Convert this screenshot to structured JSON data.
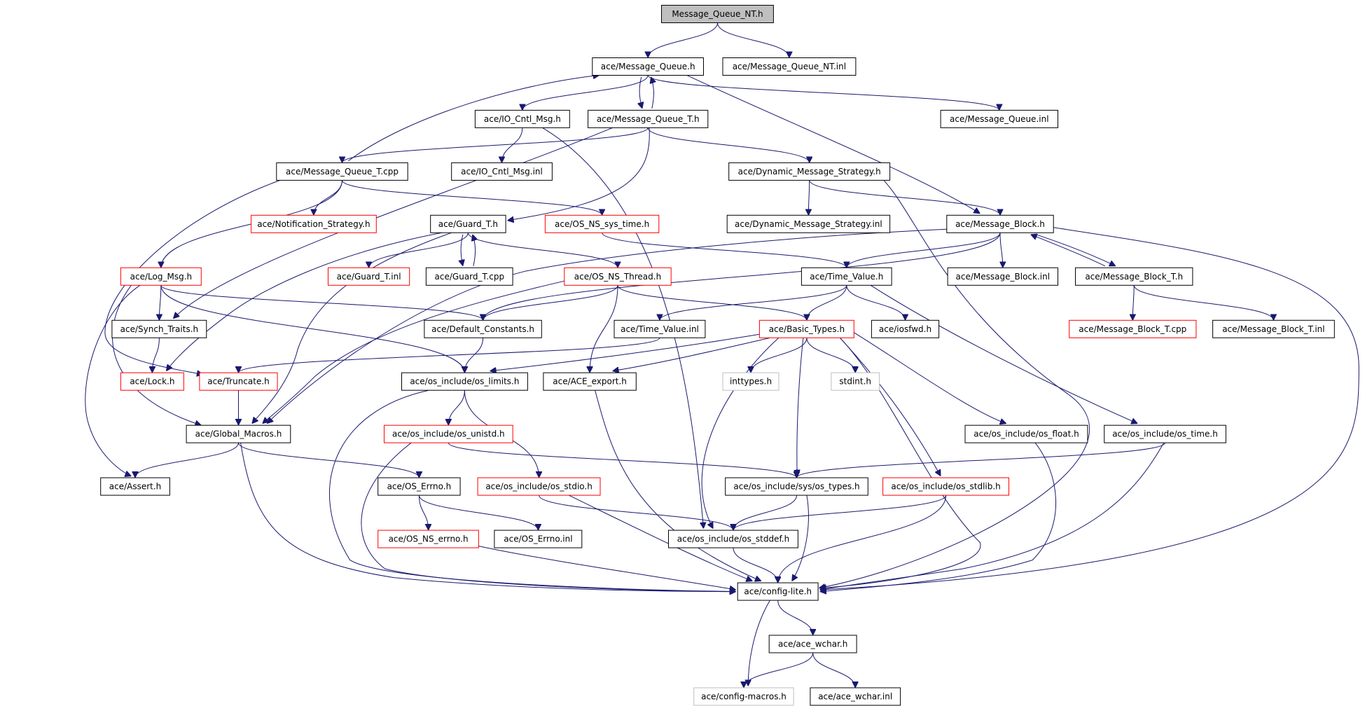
{
  "diagram": {
    "nodes": [
      {
        "id": "root",
        "label": "Message_Queue_NT.h",
        "style": "root"
      },
      {
        "id": "mq",
        "label": "ace/Message_Queue.h",
        "style": "black"
      },
      {
        "id": "mqntinl",
        "label": "ace/Message_Queue_NT.inl",
        "style": "black"
      },
      {
        "id": "iocntl",
        "label": "ace/IO_Cntl_Msg.h",
        "style": "black"
      },
      {
        "id": "mqt",
        "label": "ace/Message_Queue_T.h",
        "style": "black"
      },
      {
        "id": "mqinl",
        "label": "ace/Message_Queue.inl",
        "style": "black"
      },
      {
        "id": "mqtcpp",
        "label": "ace/Message_Queue_T.cpp",
        "style": "black"
      },
      {
        "id": "iocntlinl",
        "label": "ace/IO_Cntl_Msg.inl",
        "style": "black"
      },
      {
        "id": "dms",
        "label": "ace/Dynamic_Message_Strategy.h",
        "style": "black"
      },
      {
        "id": "notif",
        "label": "ace/Notification_Strategy.h",
        "style": "red"
      },
      {
        "id": "guardt",
        "label": "ace/Guard_T.h",
        "style": "black"
      },
      {
        "id": "ostime",
        "label": "ace/OS_NS_sys_time.h",
        "style": "red"
      },
      {
        "id": "dmsinl",
        "label": "ace/Dynamic_Message_Strategy.inl",
        "style": "black"
      },
      {
        "id": "mb",
        "label": "ace/Message_Block.h",
        "style": "black"
      },
      {
        "id": "logmsg",
        "label": "ace/Log_Msg.h",
        "style": "red"
      },
      {
        "id": "guardinl",
        "label": "ace/Guard_T.inl",
        "style": "red"
      },
      {
        "id": "guardcpp",
        "label": "ace/Guard_T.cpp",
        "style": "black"
      },
      {
        "id": "osthread",
        "label": "ace/OS_NS_Thread.h",
        "style": "red"
      },
      {
        "id": "timevalue",
        "label": "ace/Time_Value.h",
        "style": "black"
      },
      {
        "id": "mbinl",
        "label": "ace/Message_Block.inl",
        "style": "black"
      },
      {
        "id": "mbt",
        "label": "ace/Message_Block_T.h",
        "style": "black"
      },
      {
        "id": "synch",
        "label": "ace/Synch_Traits.h",
        "style": "black"
      },
      {
        "id": "defconst",
        "label": "ace/Default_Constants.h",
        "style": "black"
      },
      {
        "id": "tvinl",
        "label": "ace/Time_Value.inl",
        "style": "black"
      },
      {
        "id": "basic",
        "label": "ace/Basic_Types.h",
        "style": "red"
      },
      {
        "id": "iosfwd",
        "label": "ace/iosfwd.h",
        "style": "black"
      },
      {
        "id": "mbtcpp",
        "label": "ace/Message_Block_T.cpp",
        "style": "red"
      },
      {
        "id": "mbtinl",
        "label": "ace/Message_Block_T.inl",
        "style": "black"
      },
      {
        "id": "lock",
        "label": "ace/Lock.h",
        "style": "red"
      },
      {
        "id": "truncate",
        "label": "ace/Truncate.h",
        "style": "red"
      },
      {
        "id": "oslimits",
        "label": "ace/os_include/os_limits.h",
        "style": "black"
      },
      {
        "id": "aceexport",
        "label": "ace/ACE_export.h",
        "style": "black"
      },
      {
        "id": "inttypes",
        "label": "inttypes.h",
        "style": "gray"
      },
      {
        "id": "stdint",
        "label": "stdint.h",
        "style": "gray"
      },
      {
        "id": "globalmacros",
        "label": "ace/Global_Macros.h",
        "style": "black"
      },
      {
        "id": "osunistd",
        "label": "ace/os_include/os_unistd.h",
        "style": "red"
      },
      {
        "id": "osfloat",
        "label": "ace/os_include/os_float.h",
        "style": "black"
      },
      {
        "id": "ostimeh",
        "label": "ace/os_include/os_time.h",
        "style": "black"
      },
      {
        "id": "assert",
        "label": "ace/Assert.h",
        "style": "black"
      },
      {
        "id": "oserrno",
        "label": "ace/OS_Errno.h",
        "style": "black"
      },
      {
        "id": "osstdio",
        "label": "ace/os_include/os_stdio.h",
        "style": "red"
      },
      {
        "id": "ostypes",
        "label": "ace/os_include/sys/os_types.h",
        "style": "black"
      },
      {
        "id": "osstdlib",
        "label": "ace/os_include/os_stdlib.h",
        "style": "red"
      },
      {
        "id": "osnserrno",
        "label": "ace/OS_NS_errno.h",
        "style": "red"
      },
      {
        "id": "oserrnoinl",
        "label": "ace/OS_Errno.inl",
        "style": "black"
      },
      {
        "id": "osstddef",
        "label": "ace/os_include/os_stddef.h",
        "style": "black"
      },
      {
        "id": "configlite",
        "label": "ace/config-lite.h",
        "style": "black"
      },
      {
        "id": "acewchar",
        "label": "ace/ace_wchar.h",
        "style": "black"
      },
      {
        "id": "configmacros",
        "label": "ace/config-macros.h",
        "style": "gray"
      },
      {
        "id": "acewcharinl",
        "label": "ace/ace_wchar.inl",
        "style": "black"
      }
    ],
    "edges": [
      [
        "root",
        "mq"
      ],
      [
        "root",
        "mqntinl"
      ],
      [
        "mq",
        "iocntl"
      ],
      [
        "mq",
        "mqt"
      ],
      [
        "mq",
        "mqinl"
      ],
      [
        "mq",
        "mb"
      ],
      [
        "mqt",
        "mq"
      ],
      [
        "mqt",
        "mqtcpp"
      ],
      [
        "mqt",
        "dms"
      ],
      [
        "mqt",
        "guardt"
      ],
      [
        "mqt",
        "synch"
      ],
      [
        "mqtcpp",
        "mq"
      ],
      [
        "mqtcpp",
        "notif"
      ],
      [
        "mqtcpp",
        "logmsg"
      ],
      [
        "mqtcpp",
        "ostime"
      ],
      [
        "mqtcpp",
        "truncate"
      ],
      [
        "iocntl",
        "iocntlinl"
      ],
      [
        "iocntl",
        "osstddef"
      ],
      [
        "dms",
        "dmsinl"
      ],
      [
        "dms",
        "mb"
      ],
      [
        "dms",
        "configlite"
      ],
      [
        "guardt",
        "guardinl"
      ],
      [
        "guardt",
        "guardcpp"
      ],
      [
        "guardt",
        "osthread"
      ],
      [
        "guardt",
        "lock"
      ],
      [
        "guardt",
        "globalmacros"
      ],
      [
        "guardcpp",
        "guardt"
      ],
      [
        "ostime",
        "timevalue"
      ],
      [
        "mb",
        "mbinl"
      ],
      [
        "mb",
        "mbt"
      ],
      [
        "mb",
        "timevalue"
      ],
      [
        "mb",
        "defconst"
      ],
      [
        "mb",
        "globalmacros"
      ],
      [
        "mb",
        "configlite"
      ],
      [
        "mbt",
        "mb"
      ],
      [
        "mbt",
        "mbtcpp"
      ],
      [
        "mbt",
        "mbtinl"
      ],
      [
        "logmsg",
        "synch"
      ],
      [
        "logmsg",
        "defconst"
      ],
      [
        "logmsg",
        "oslimits"
      ],
      [
        "logmsg",
        "globalmacros"
      ],
      [
        "logmsg",
        "assert"
      ],
      [
        "osthread",
        "defconst"
      ],
      [
        "osthread",
        "basic"
      ],
      [
        "osthread",
        "aceexport"
      ],
      [
        "osthread",
        "globalmacros"
      ],
      [
        "timevalue",
        "tvinl"
      ],
      [
        "timevalue",
        "basic"
      ],
      [
        "timevalue",
        "iosfwd"
      ],
      [
        "timevalue",
        "ostimeh"
      ],
      [
        "tvinl",
        "truncate"
      ],
      [
        "synch",
        "lock"
      ],
      [
        "defconst",
        "oslimits"
      ],
      [
        "basic",
        "oslimits"
      ],
      [
        "basic",
        "aceexport"
      ],
      [
        "basic",
        "inttypes"
      ],
      [
        "basic",
        "stdint"
      ],
      [
        "basic",
        "osfloat"
      ],
      [
        "basic",
        "ostypes"
      ],
      [
        "basic",
        "osstdlib"
      ],
      [
        "basic",
        "osstddef"
      ],
      [
        "basic",
        "configlite"
      ],
      [
        "truncate",
        "globalmacros"
      ],
      [
        "oslimits",
        "osunistd"
      ],
      [
        "oslimits",
        "osstdio"
      ],
      [
        "oslimits",
        "configlite"
      ],
      [
        "aceexport",
        "configlite"
      ],
      [
        "globalmacros",
        "assert"
      ],
      [
        "globalmacros",
        "oserrno"
      ],
      [
        "globalmacros",
        "configlite"
      ],
      [
        "osunistd",
        "ostypes"
      ],
      [
        "osunistd",
        "configlite"
      ],
      [
        "osfloat",
        "configlite"
      ],
      [
        "ostimeh",
        "ostypes"
      ],
      [
        "ostimeh",
        "configlite"
      ],
      [
        "oserrno",
        "osnserrno"
      ],
      [
        "oserrno",
        "oserrnoinl"
      ],
      [
        "osstdio",
        "osstddef"
      ],
      [
        "osstdio",
        "configlite"
      ],
      [
        "ostypes",
        "osstddef"
      ],
      [
        "ostypes",
        "configlite"
      ],
      [
        "osstdlib",
        "osstddef"
      ],
      [
        "osstdlib",
        "configlite"
      ],
      [
        "osnserrno",
        "configlite"
      ],
      [
        "osstddef",
        "configlite"
      ],
      [
        "configlite",
        "acewchar"
      ],
      [
        "configlite",
        "configmacros"
      ],
      [
        "acewchar",
        "configmacros"
      ],
      [
        "acewchar",
        "acewcharinl"
      ]
    ]
  }
}
